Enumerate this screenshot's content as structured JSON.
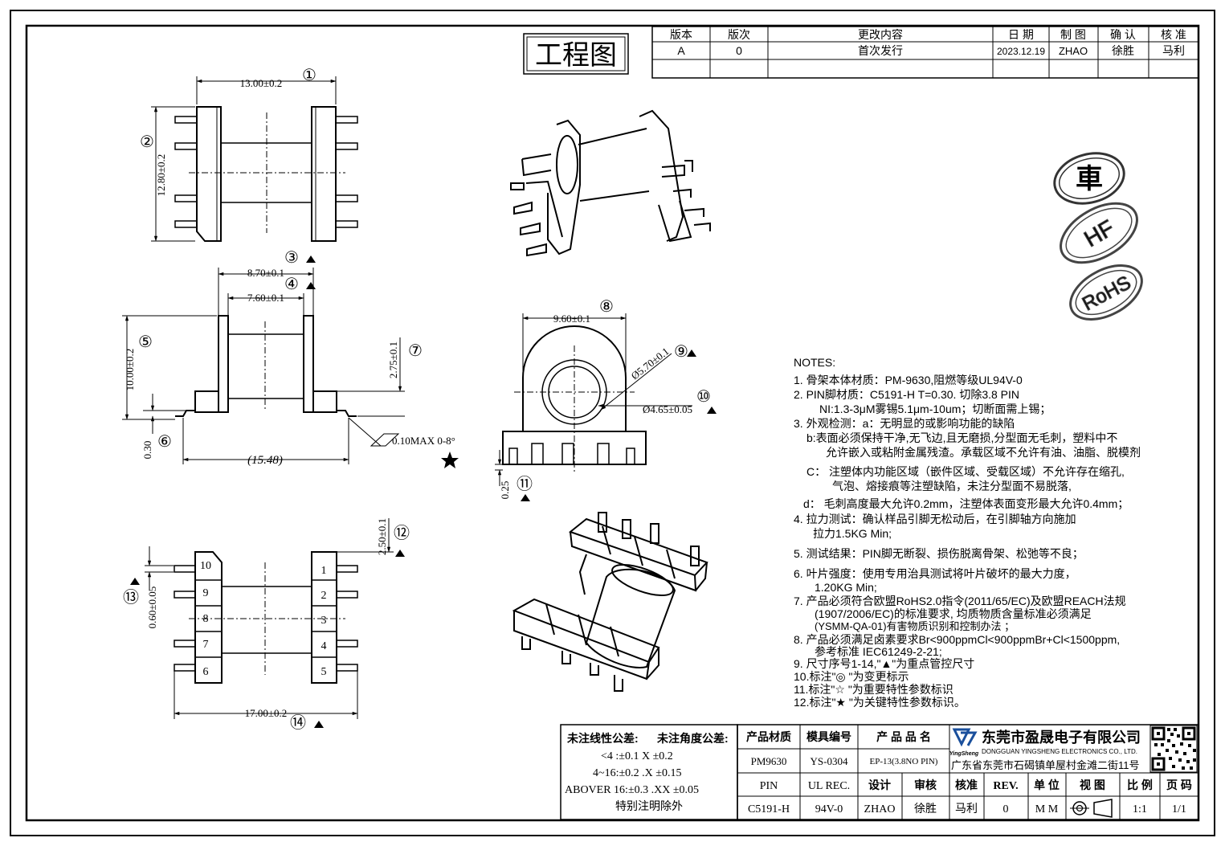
{
  "title_box": "工程图",
  "revision_table": {
    "headers": [
      "版本",
      "版次",
      "更改内容",
      "日 期",
      "制 图",
      "确 认",
      "核 准"
    ],
    "rows": [
      [
        "A",
        "0",
        "首次发行",
        "2023.12.19",
        "ZHAO",
        "徐胜",
        "马利"
      ]
    ]
  },
  "dims": {
    "d1": "13.00±0.2",
    "n1": "①",
    "d2": "12.80±0.2",
    "n2": "②",
    "d3": "8.70±0.1",
    "n3": "③",
    "d4": "7.60±0.1",
    "n4": "④",
    "d5": "10.00±0.2",
    "n5": "⑤",
    "d6": "0.30",
    "n6": "⑥",
    "d7": "2.75±0.1",
    "n7": "⑦",
    "ref": "(15.48)",
    "flatness": "0.10MAX 0-8°",
    "d8": "9.60±0.1",
    "n8": "⑧",
    "d9": "Ø5.70±0.1",
    "n9": "⑨",
    "d10": "Ø4.65±0.05",
    "n10": "⑩",
    "d11": "0.25",
    "n11": "⑪",
    "d12": "2.50±0.1",
    "n12": "⑫",
    "d13": "0.60±0.05",
    "n13": "⑬",
    "d14": "17.00±0.2",
    "n14": "⑭"
  },
  "pin_numbers": {
    "left": [
      "10",
      "9",
      "8",
      "7",
      "6"
    ],
    "right": [
      "1",
      "2",
      "3",
      "4",
      "5"
    ]
  },
  "marks": {
    "car": "車",
    "hf": "HF",
    "rohs": "RoHS"
  },
  "notes": {
    "heading": "NOTES:",
    "lines": [
      "1. 骨架本体材质：PM-9630,阻燃等级UL94V-0",
      "2. PIN脚材质：C5191-H T=0.30. 切除3.8 PIN",
      "NI:1.3-3μM雾锡5.1μm-10um；切断面需上锡；",
      "3. 外观检测：a：无明显的或影响功能的缺陷",
      "b:表面必须保持干净,无飞边,且无磨损,分型面无毛刺，塑料中不",
      "允许嵌入或粘附金属残渣。承载区域不允许有油、油脂、脱模剂",
      "C： 注塑体内功能区域（嵌件区域、受载区域）不允许存在缩孔,",
      "气泡、熔接痕等注塑缺陷，未注分型面不易脱落,",
      "d： 毛刺高度最大允许0.2mm，注塑体表面变形最大允许0.4mm；",
      "4. 拉力测试：确认样品引脚无松动后，在引脚轴方向施加",
      "拉力1.5KG Min;",
      "5. 测试结果：PIN脚无断裂、损伤脱离骨架、松弛等不良；",
      "6. 叶片强度：使用专用治具测试将叶片破坏的最大力度，",
      "1.20KG Min;",
      "7. 产品必须符合欧盟RoHS2.0指令(2011/65/EC)及欧盟REACH法规",
      "(1907/2006/EC)的标准要求, 均质物质含量标准必须满足",
      "(YSMM-QA-01)有害物质识别和控制办法 ；",
      "8. 产品必须满足卤素要求Br<900ppmCl<900ppmBr+Cl<1500ppm,",
      "参考标准 IEC61249-2-21;",
      "9. 尺寸序号1-14,\"▲\"为重点管控尺寸",
      "10.标注\"◎ \"为变更标示",
      "11.标注\"☆ \"为重要特性参数标识",
      "12.标注\"★ \"为关键特性参数标识。"
    ]
  },
  "tolerance": {
    "header_linear": "未注线性公差:",
    "header_angle": "未注角度公差:",
    "row1": "<4 :±0.1  X ±0.2",
    "row2": "4~16:±0.2  .X ±0.15",
    "row3": "ABOVER 16:±0.3  .XX ±0.05",
    "footer": "特别注明除外"
  },
  "title_block": {
    "r1": [
      "产品材质",
      "模具编号",
      "产 品 品 名"
    ],
    "r2": [
      "PM9630",
      "YS-0304",
      "EP-13(3.8NO PIN)"
    ],
    "r3": [
      "PIN",
      "UL REC.",
      "设计",
      "审核",
      "核准",
      "REV.",
      "单 位",
      "视 图",
      "比 例",
      "页 码"
    ],
    "r4": [
      "C5191-H",
      "94V-0",
      "ZHAO",
      "徐胜",
      "马利",
      "0",
      "M M",
      "1:1",
      "1/1"
    ],
    "company_cn": "东莞市盈晟电子有限公司",
    "company_en": "DONGGUAN YINGSHENG ELECTRONICS CO., LTD.",
    "address": "广东省东莞市石碣镇单屋村金滩二街11号",
    "logo_text": "YingSheng"
  }
}
